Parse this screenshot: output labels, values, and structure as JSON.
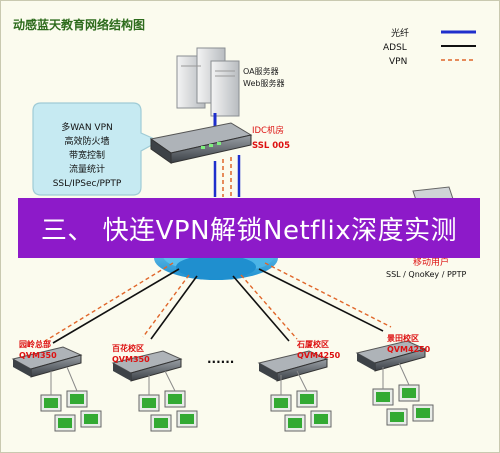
{
  "title": "动感蓝天教育网络结构图",
  "legend": [
    {
      "label": "光纤",
      "color": "#1f2fcc",
      "style": "solid"
    },
    {
      "label": "ADSL",
      "color": "#111111",
      "style": "solid"
    },
    {
      "label": "VPN",
      "color": "#e0662a",
      "style": "dashed"
    }
  ],
  "servers": {
    "line1": "OA服务器",
    "line2": "Web服务器"
  },
  "features": [
    "多WAN VPN",
    "高效防火墙",
    "带宽控制",
    "流量统计",
    "SSL/IPSec/PPTP"
  ],
  "center": {
    "label": "IDC机房",
    "model": "SSL 005"
  },
  "mobile": {
    "label": "移动用户",
    "protocols": "SSL / QnoKey / PPTP"
  },
  "banner": "三、 快连VPN解锁Netflix深度实测",
  "branches": [
    {
      "name": "园岭总部",
      "model": "QVM350"
    },
    {
      "name": "百花校区",
      "model": "QVM350"
    },
    {
      "name": "石厦校区",
      "model": "QVM4250"
    },
    {
      "name": "景田校区",
      "model": "QVM4250"
    }
  ],
  "ellipsis": "......"
}
